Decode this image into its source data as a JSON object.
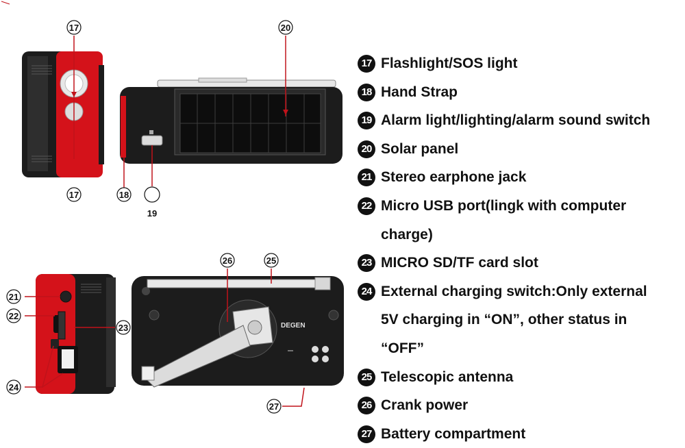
{
  "diagram_labels": {
    "top_left_upper": "17",
    "top_left_lower": "17",
    "strap": "18",
    "switch": "19",
    "solar": "20",
    "earphone": "21",
    "usb": "22",
    "sd": "23",
    "ext_switch": "24",
    "crank": "26",
    "antenna": "25",
    "battery": "27",
    "brand": "DEGEN"
  },
  "legend": [
    {
      "num": "17",
      "text": "Flashlight/SOS light"
    },
    {
      "num": "18",
      "text": "Hand Strap"
    },
    {
      "num": "19",
      "text": "Alarm light/lighting/alarm sound switch"
    },
    {
      "num": "20",
      "text": "Solar panel"
    },
    {
      "num": "21",
      "text": "Stereo earphone jack"
    },
    {
      "num": "22",
      "text": "Micro USB port(lingk with computer"
    },
    {
      "num": "",
      "text": "charge)"
    },
    {
      "num": "23",
      "text": "MICRO SD/TF card slot"
    },
    {
      "num": "24",
      "text": "External charging switch:Only external"
    },
    {
      "num": "",
      "text": "5V charging in “ON”, other status in"
    },
    {
      "num": "",
      "text": "“OFF”"
    },
    {
      "num": "25",
      "text": "Telescopic antenna"
    },
    {
      "num": "26",
      "text": "Crank power"
    },
    {
      "num": "27",
      "text": "Battery compartment"
    }
  ],
  "colors": {
    "red": "#d4121a",
    "dark": "#1a1a1a",
    "leader": "#c0121a"
  }
}
